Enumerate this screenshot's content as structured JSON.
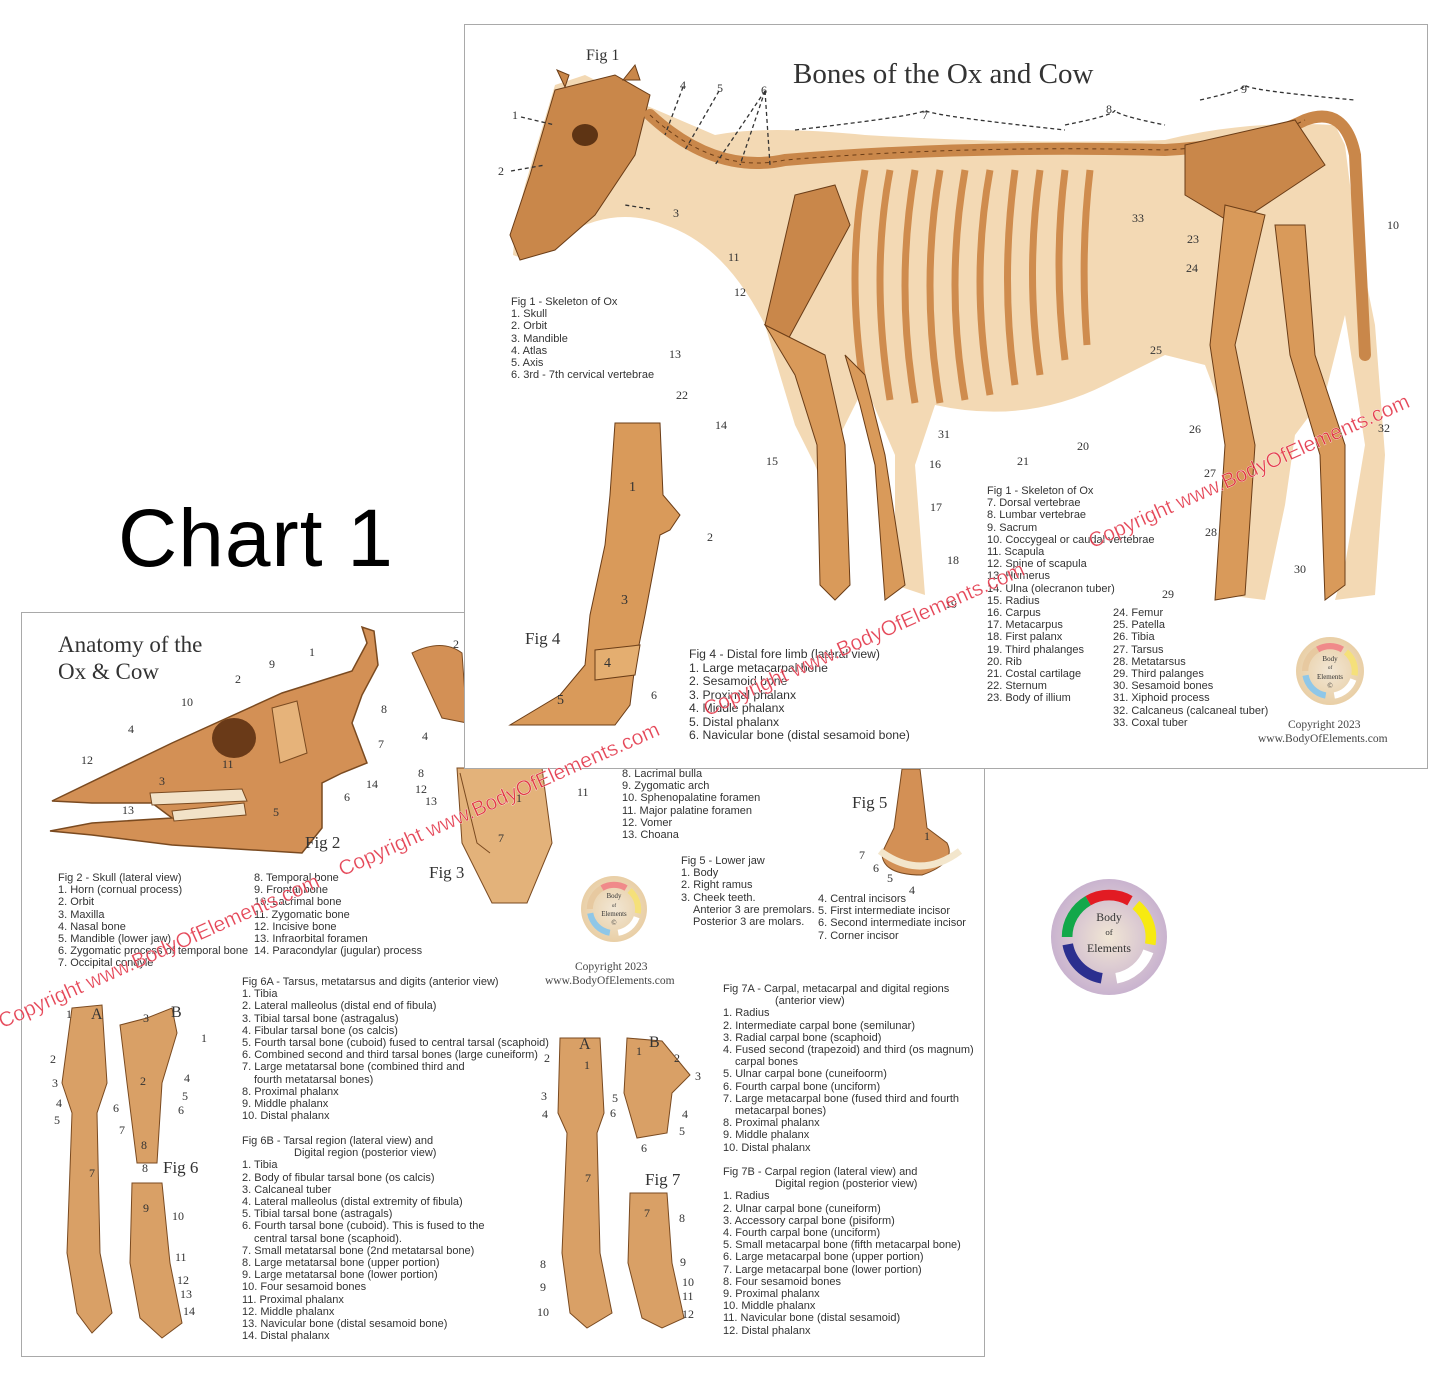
{
  "chart_label": "Chart 1",
  "watermark": "Copyright www.BodyOfElements.com",
  "logo": {
    "line1": "Body",
    "line2": "of",
    "line3": "Elements",
    "copyright_symbol": "©",
    "colors": [
      "#e21b23",
      "#f7ea10",
      "#ffffff",
      "#2b2f8f",
      "#12a84a"
    ]
  },
  "chart1": {
    "title": "Bones of the Ox and Cow",
    "fig1_label": "Fig 1",
    "fig4_label": "Fig 4",
    "callouts": [
      "1",
      "2",
      "3",
      "4",
      "5",
      "6",
      "7",
      "8",
      "9",
      "10",
      "11",
      "12",
      "13",
      "14",
      "15",
      "16",
      "17",
      "18",
      "19",
      "20",
      "21",
      "22",
      "23",
      "24",
      "25",
      "26",
      "27",
      "28",
      "29",
      "30",
      "31",
      "32",
      "33"
    ],
    "fig4_callouts": [
      "1",
      "2",
      "3",
      "4",
      "5",
      "6"
    ],
    "fig1_legend_a": [
      "Fig 1 - Skeleton of Ox",
      "1. Skull",
      "2. Orbit",
      "3. Mandible",
      "4. Atlas",
      "5. Axis",
      "6. 3rd - 7th cervical vertebrae"
    ],
    "fig1_legend_b": [
      "Fig 1 - Skeleton of Ox",
      "7. Dorsal vertebrae",
      "8. Lumbar vertebrae",
      "9. Sacrum",
      "10. Coccygeal or caudal vertebrae",
      "11. Scapula",
      "12. Spine of scapula",
      "13. Humerus",
      "14. Ulna (olecranon tuber)",
      "15. Radius",
      "16. Carpus",
      "17. Metacarpus",
      "18. First palanx",
      "19. Third phalanges",
      "20. Rib",
      "21. Costal cartilage",
      "22. Sternum",
      "23. Body of illium"
    ],
    "fig1_legend_c": [
      "24. Femur",
      "25. Patella",
      "26. Tibia",
      "27. Tarsus",
      "28. Metatarsus",
      "29. Third palanges",
      "30. Sesamoid bones",
      "31. Xiphoid process",
      "32. Calcaneus (calcaneal tuber)",
      "33. Coxal tuber"
    ],
    "fig4_legend": [
      "Fig 4 - Distal fore limb (lateral view)",
      "1. Large metacarpal bone",
      "2. Sesamoid bone",
      "3. Proximal phalanx",
      "4. Middle phalanx",
      "5. Distal phalanx",
      "6. Navicular bone (distal sesamoid bone)"
    ],
    "copyright_year": "Copyright 2023",
    "copyright_url": "www.BodyOfElements.com"
  },
  "chart2": {
    "title_line1": "Anatomy of the",
    "title_line2": "Ox & Cow",
    "fig2_label": "Fig 2",
    "fig3_label": "Fig 3",
    "fig5_label": "Fig 5",
    "fig6_label": "Fig 6",
    "fig7_label": "Fig 7",
    "fig2_callouts": [
      "1",
      "2",
      "3",
      "4",
      "5",
      "6",
      "7",
      "8",
      "9",
      "10",
      "11",
      "12",
      "13",
      "14"
    ],
    "fig3_callouts": [
      "2",
      "4",
      "8",
      "12",
      "13",
      "11",
      "7",
      "1"
    ],
    "fig5_callouts": [
      "1",
      "4",
      "5",
      "6",
      "7"
    ],
    "fig6_callouts": [
      "1",
      "2",
      "3",
      "4",
      "5",
      "6",
      "7",
      "8",
      "A",
      "B",
      "1",
      "3",
      "2",
      "4",
      "5",
      "6",
      "7",
      "8",
      "9",
      "10",
      "11",
      "12",
      "13",
      "14"
    ],
    "fig7_callouts": [
      "A",
      "B",
      "1",
      "2",
      "3",
      "4",
      "5",
      "6",
      "7",
      "8",
      "9",
      "10",
      "1",
      "2",
      "3",
      "4",
      "5",
      "6",
      "7",
      "8",
      "9",
      "10",
      "11",
      "12"
    ],
    "fig2_legend_a": [
      "Fig 2 - Skull (lateral view)",
      "1. Horn (cornual process)",
      "2. Orbit",
      "3. Maxilla",
      "4. Nasal bone",
      "5. Mandible (lower jaw)",
      "6. Zygomatic process of temporal bone",
      "7. Occipital condyle"
    ],
    "fig2_legend_b": [
      "8. Temporal bone",
      "9. Frontal bone",
      "10. Lacrimal bone",
      "11. Zygomatic bone",
      "12. Incisive bone",
      "13. Infraorbital foramen",
      "14. Paracondylar (jugular) process"
    ],
    "fig3_legend": [
      "8. Lacrimal bulla",
      "9. Zygomatic arch",
      "10. Sphenopalatine foramen",
      "11. Major palatine foramen",
      "12. Vomer",
      "13. Choana"
    ],
    "fig5_legend_a": [
      "Fig 5 - Lower jaw",
      "1. Body",
      "2. Right ramus",
      "3. Cheek teeth.",
      "Anterior 3 are premolars.",
      "Posterior 3 are molars."
    ],
    "fig5_legend_b": [
      "4. Central incisors",
      "5. First intermediate incisor",
      "6. Second intermediate incisor",
      "7. Corner incisor"
    ],
    "fig6a_legend": [
      "Fig 6A - Tarsus, metatarsus and digits (anterior view)",
      "1. Tibia",
      "2. Lateral malleolus (distal end of fibula)",
      "3. Tibial tarsal bone (astragalus)",
      "4. Fibular tarsal bone (os calcis)",
      "5. Fourth tarsal bone (cuboid) fused to central tarsal (scaphoid)",
      "6. Combined second and third tarsal bones (large cuneiform)",
      "7. Large metatarsal bone (combined third and",
      "fourth metatarsal bones)",
      "8. Proximal phalanx",
      "9. Middle phalanx",
      "10. Distal phalanx"
    ],
    "fig6b_legend": [
      "Fig 6B - Tarsal region (lateral view) and",
      "Digital region (posterior view)",
      "1. Tibia",
      "2. Body of fibular tarsal bone (os calcis)",
      "3. Calcaneal tuber",
      "4. Lateral malleolus (distal extremity of fibula)",
      "5. Tibial tarsal bone (astragals)",
      "6. Fourth tarsal bone (cuboid). This is fused to the",
      "central tarsal bone (scaphoid).",
      "7. Small metatarsal bone (2nd metatarsal bone)",
      "8. Large metatarsal bone (upper portion)",
      "9. Large metatarsal bone (lower portion)",
      "10. Four sesamoid bones",
      "11. Proximal phalanx",
      "12. Middle phalanx",
      "13. Navicular bone (distal sesamoid bone)",
      "14. Distal phalanx"
    ],
    "fig7a_legend": [
      "Fig 7A - Carpal, metacarpal and digital regions",
      "(anterior view)",
      "1. Radius",
      "2. Intermediate carpal bone (semilunar)",
      "3. Radial carpal bone (scaphoid)",
      "4. Fused second (trapezoid) and third (os magnum)",
      "carpal bones",
      "5. Ulnar carpal bone (cuneifoorm)",
      "6. Fourth carpal bone (unciform)",
      "7. Large metacarpal bone (fused third and fourth",
      "metacarpal bones)",
      "8. Proximal phalanx",
      "9. Middle phalanx",
      "10. Distal phalanx"
    ],
    "fig7b_legend": [
      "Fig 7B - Carpal region (lateral view) and",
      "Digital region (posterior view)",
      "1. Radius",
      "2. Ulnar carpal bone (cuneiform)",
      "3. Accessory carpal bone (pisiform)",
      "4. Fourth carpal bone (unciform)",
      "5. Small metacarpal bone (fifth metacarpal bone)",
      "6. Large metacarpal bone (upper portion)",
      "7. Large metacarpal bone (lower portion)",
      "8. Four sesamoid bones",
      "9. Proximal phalanx",
      "10. Middle phalanx",
      "11. Navicular bone (distal sesamoid)",
      "12. Distal phalanx"
    ],
    "copyright_year": "Copyright 2023",
    "copyright_url": "www.BodyOfElements.com"
  }
}
